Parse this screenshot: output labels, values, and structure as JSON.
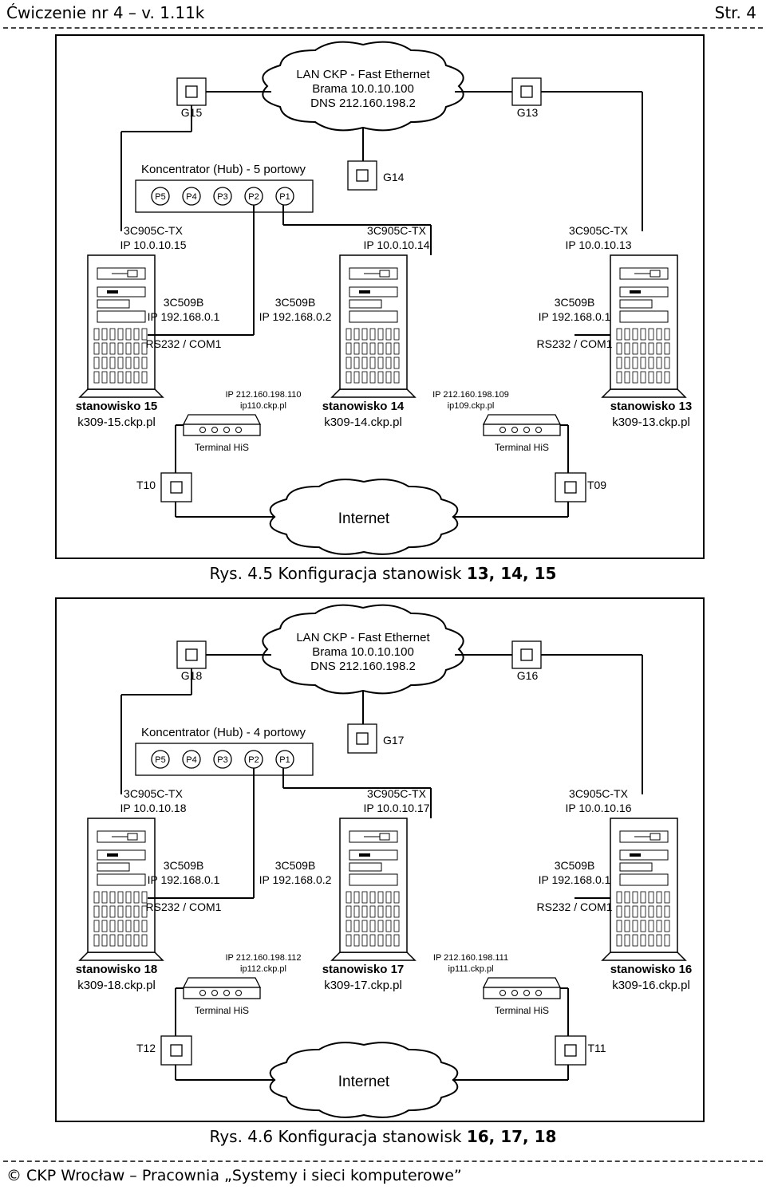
{
  "header": {
    "left": "Ćwiczenie nr 4 – v. 1.11k",
    "right": "Str. 4"
  },
  "footer": {
    "text": "© CKP Wrocław – Pracownia „Systemy i sieci komputerowe”"
  },
  "diagrams": [
    {
      "caption_prefix": "Rys. 4.5 Konfiguracja stanowisk ",
      "caption_bold": "13, 14, 15",
      "lan": [
        "LAN CKP - Fast Ethernet",
        "Brama 10.0.10.100",
        "DNS 212.160.198.2"
      ],
      "socket_left": "G15",
      "socket_right": "G13",
      "socket_hub": "G14",
      "hub_title": "Koncentrator (Hub) - 5 portowy",
      "ports": [
        "P5",
        "P4",
        "P3",
        "P2",
        "P1"
      ],
      "stations": [
        {
          "nic1": "3C905C-TX",
          "ip1": "IP 10.0.10.15",
          "nic2": "3C509B",
          "ip2": "IP 192.168.0.1",
          "serial": "RS232 / COM1",
          "name": "stanowisko 15",
          "host": "k309-15.ckp.pl"
        },
        {
          "nic1": "3C905C-TX",
          "ip1": "IP 10.0.10.14",
          "nic2": "3C509B",
          "ip2": "IP 192.168.0.2",
          "serial": "",
          "name": "stanowisko 14",
          "host": "k309-14.ckp.pl"
        },
        {
          "nic1": "3C905C-TX",
          "ip1": "IP 10.0.10.13",
          "nic2": "3C509B",
          "ip2": "IP 192.168.0.1",
          "serial": "RS232 / COM1",
          "name": "stanowisko 13",
          "host": "k309-13.ckp.pl"
        }
      ],
      "terminals": [
        {
          "ip": "IP 212.160.198.110",
          "host": "ip110.ckp.pl",
          "label": "Terminal HiS"
        },
        {
          "ip": "IP 212.160.198.109",
          "host": "ip109.ckp.pl",
          "label": "Terminal HiS"
        }
      ],
      "tsocket_left": "T10",
      "tsocket_right": "T09",
      "internet": "Internet"
    },
    {
      "caption_prefix": "Rys. 4.6 Konfiguracja stanowisk ",
      "caption_bold": "16, 17, 18",
      "lan": [
        "LAN CKP - Fast Ethernet",
        "Brama 10.0.10.100",
        "DNS 212.160.198.2"
      ],
      "socket_left": "G18",
      "socket_right": "G16",
      "socket_hub": "G17",
      "hub_title": "Koncentrator (Hub) - 4 portowy",
      "ports": [
        "P5",
        "P4",
        "P3",
        "P2",
        "P1"
      ],
      "stations": [
        {
          "nic1": "3C905C-TX",
          "ip1": "IP 10.0.10.18",
          "nic2": "3C509B",
          "ip2": "IP 192.168.0.1",
          "serial": "RS232 / COM1",
          "name": "stanowisko 18",
          "host": "k309-18.ckp.pl"
        },
        {
          "nic1": "3C905C-TX",
          "ip1": "IP 10.0.10.17",
          "nic2": "3C509B",
          "ip2": "IP 192.168.0.2",
          "serial": "",
          "name": "stanowisko 17",
          "host": "k309-17.ckp.pl"
        },
        {
          "nic1": "3C905C-TX",
          "ip1": "IP 10.0.10.16",
          "nic2": "3C509B",
          "ip2": "IP 192.168.0.1",
          "serial": "RS232 / COM1",
          "name": "stanowisko 16",
          "host": "k309-16.ckp.pl"
        }
      ],
      "terminals": [
        {
          "ip": "IP 212.160.198.112",
          "host": "ip112.ckp.pl",
          "label": "Terminal HiS"
        },
        {
          "ip": "IP 212.160.198.111",
          "host": "ip111.ckp.pl",
          "label": "Terminal HiS"
        }
      ],
      "tsocket_left": "T12",
      "tsocket_right": "T11",
      "internet": "Internet"
    }
  ]
}
